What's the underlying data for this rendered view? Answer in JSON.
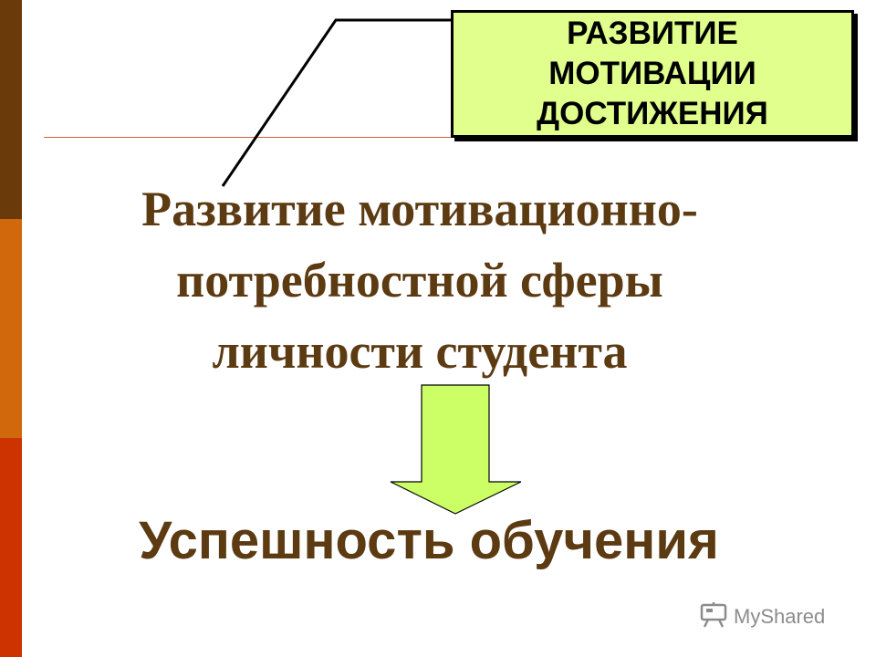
{
  "callout": {
    "text": "РАЗВИТИЕ\nМОТИВАЦИИ\nДОСТИЖЕНИЯ"
  },
  "heading": {
    "text": "Развитие мотивационно-\nпотребностной сферы\nличности студента"
  },
  "result": {
    "text": "Успешность обучения"
  },
  "watermark": {
    "text": "MyShared",
    "icon": "projector-icon"
  },
  "colors": {
    "callout_fill": "#e0ff8c",
    "arrow_fill": "#ccff66",
    "text_brown": "#5c3a12",
    "bar_dark": "#6b3a0a",
    "bar_mid": "#d2680c",
    "bar_red": "#cc3300"
  }
}
